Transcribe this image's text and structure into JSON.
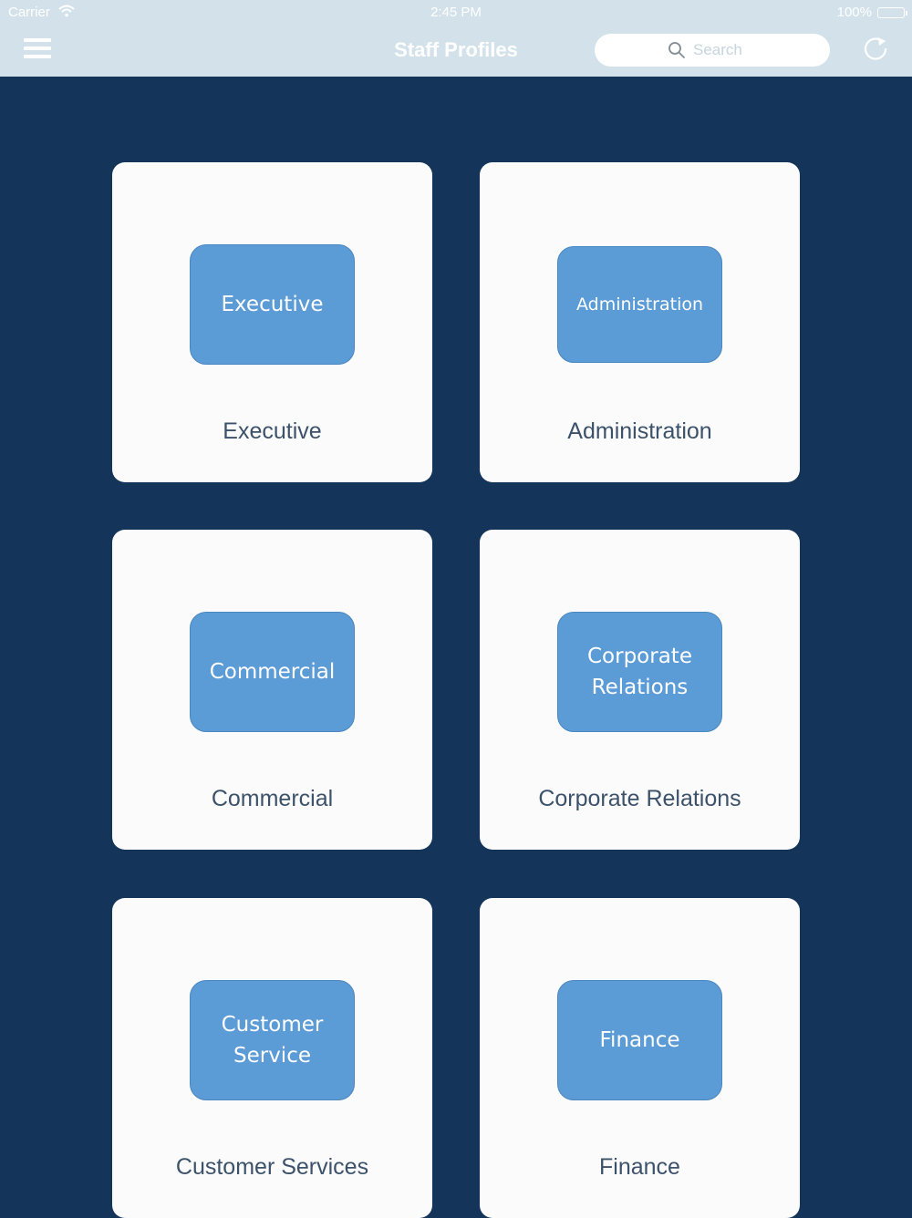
{
  "status_bar": {
    "carrier": "Carrier",
    "time": "2:45 PM",
    "battery": "100%"
  },
  "nav": {
    "title": "Staff Profiles",
    "search_placeholder": "Search"
  },
  "departments": [
    {
      "tile": "Executive",
      "label": "Executive"
    },
    {
      "tile": "Administration",
      "label": "Administration"
    },
    {
      "tile": "Commercial",
      "label": "Commercial"
    },
    {
      "tile": "Corporate\nRelations",
      "label": "Corporate Relations"
    },
    {
      "tile": "Customer\nService",
      "label": "Customer Services"
    },
    {
      "tile": "Finance",
      "label": "Finance"
    }
  ],
  "colors": {
    "background": "#14345a",
    "header": "#d3e2ea",
    "card": "#fbfbfb",
    "tile": "#5b9bd6",
    "label": "#3c526b"
  }
}
